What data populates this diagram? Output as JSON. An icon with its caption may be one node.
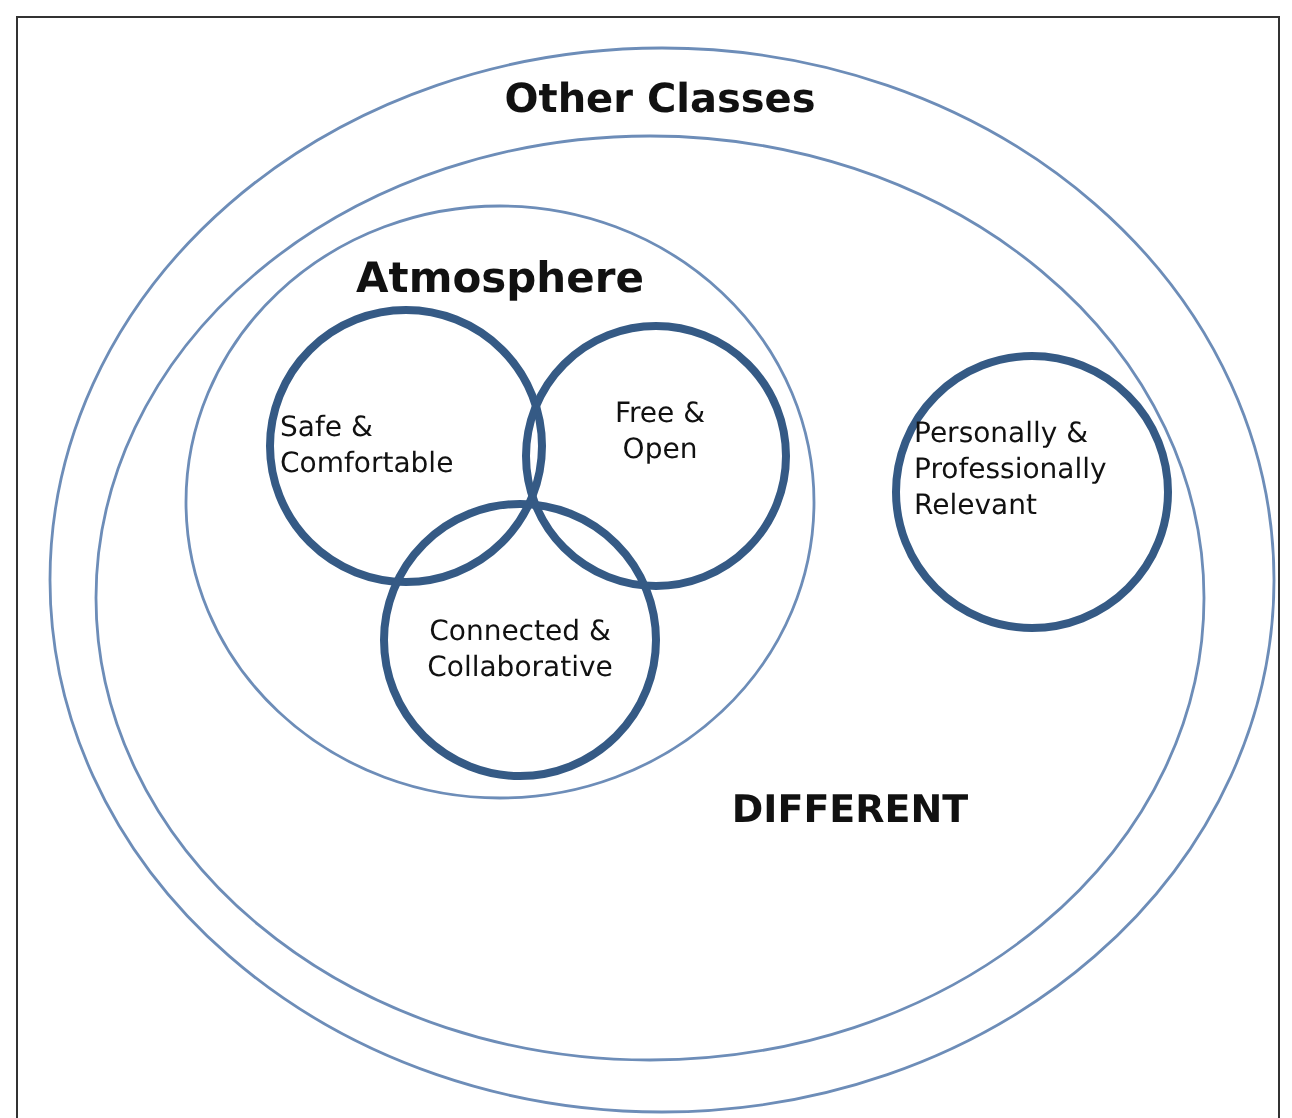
{
  "diagram": {
    "nodes": [
      {
        "text": [
          "Other Classes"
        ]
      },
      {
        "text": [
          "DIFFERENT"
        ],
        "in": 0
      },
      {
        "text": [
          "Atmosphere"
        ],
        "in": 1
      },
      {
        "text": [
          "Safe & Comfortable"
        ],
        "in": 2
      },
      {
        "text": [
          "Free & Open"
        ],
        "in": 2
      },
      {
        "text": [
          "Connected & Collaborative"
        ],
        "in": 2
      },
      {
        "text": [
          "Personally & Professionally Relevant"
        ],
        "in": 1
      }
    ]
  }
}
